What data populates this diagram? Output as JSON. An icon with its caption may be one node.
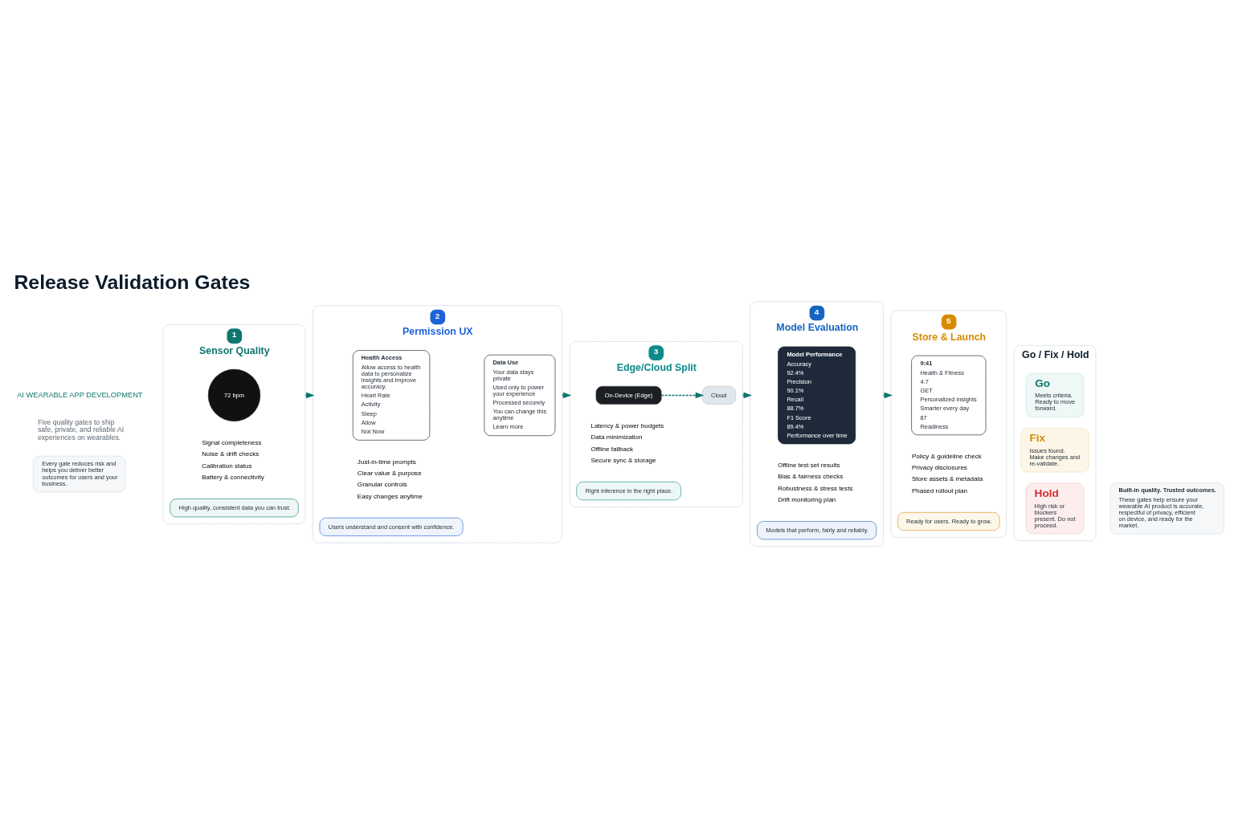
{
  "diagram": {
    "title": "Release Validation Gates",
    "nodes": [
      {
        "text": [
          "Every gate reduces risk and helps you deliver better outcomes for users and your business."
        ]
      },
      {
        "text": [
          "1",
          "Sensor Quality",
          "Signal completeness",
          "Noise & drift checks",
          "Calibration status",
          "Battery & connectivity"
        ]
      },
      {
        "text": [
          "72 bpm"
        ],
        "in": 1
      },
      {
        "text": [
          "High quality, consistent data you can trust."
        ],
        "in": 1
      },
      {
        "text": [
          "2",
          "Permission UX",
          "Just-in-time prompts",
          "Clear value & purpose",
          "Granular controls",
          "Easy changes anytime"
        ]
      },
      {
        "text": [
          "Health Access",
          "Allow access to health data to personalize insights and improve accuracy.",
          "Heart Rate",
          "Activity",
          "Sleep",
          "Allow",
          "Not Now"
        ],
        "in": 4
      },
      {
        "text": [
          "Data Use",
          "Your data stays private",
          "Used only to power your experience",
          "Processed securely",
          "You can change this anytime",
          "Learn more"
        ],
        "in": 4
      },
      {
        "text": [
          "Users understand and consent with confidence."
        ],
        "in": 4
      },
      {
        "text": [
          "3",
          "Edge/Cloud Split",
          "Latency & power budgets",
          "Data minimization",
          "Offline fallback",
          "Secure sync & storage"
        ]
      },
      {
        "text": [
          "On-Device (Edge)"
        ],
        "in": 8
      },
      {
        "text": [
          "Cloud"
        ],
        "in": 8
      },
      {
        "text": [
          "Right inference in the right place."
        ],
        "in": 8
      },
      {
        "text": [
          "4",
          "Model Evaluation",
          "Offline test set results",
          "Bias & fairness checks",
          "Robustness & stress tests",
          "Drift monitoring plan"
        ]
      },
      {
        "text": [
          "Model Performance",
          "Accuracy",
          "92.4%",
          "Precision",
          "90.1%",
          "Recall",
          "88.7%",
          "F1 Score",
          "89.4%",
          "Performance over time"
        ],
        "in": 12
      },
      {
        "text": [
          "Models that perform, fairly and reliably."
        ],
        "in": 12
      },
      {
        "text": [
          "5",
          "Store & Launch",
          "Policy & guideline check",
          "Privacy disclosures",
          "Store assets & metadata",
          "Phased rollout plan"
        ]
      },
      {
        "text": [
          "9:41",
          "Health & Fitness",
          "4.7",
          "GET",
          "Personalized insights",
          "Smarter every day",
          "87",
          "Readiness"
        ],
        "in": 15
      },
      {
        "text": [
          "Ready for users. Ready to grow."
        ],
        "in": 15
      },
      {
        "text": [
          "Go / Fix / Hold"
        ]
      },
      {
        "text": [
          "Go",
          "Meets criteria. Ready to move forward."
        ],
        "in": 18
      },
      {
        "text": [
          "Fix",
          "Issues found. Make changes and re-validate."
        ],
        "in": 18
      },
      {
        "text": [
          "Hold",
          "High risk or blockers present. Do not proceed."
        ],
        "in": 18
      },
      {
        "text": [
          "Built-in quality. Trusted outcomes.",
          "These gates help ensure your wearable AI product is accurate, respectful of privacy, efficient on device, and ready for the market."
        ]
      }
    ],
    "edges": [
      {
        "from": 1,
        "to": 4,
        "arrow": "to"
      },
      {
        "from": 4,
        "to": 8,
        "arrow": "to"
      },
      {
        "from": 9,
        "to": 10,
        "arrow": "to",
        "style": "dashed"
      },
      {
        "from": 8,
        "to": 12,
        "arrow": "to"
      },
      {
        "from": 12,
        "to": 15,
        "arrow": "to"
      }
    ],
    "labels": [
      "AI WEARABLE APP DEVELOPMENT",
      "Five quality gates to ship safe, private, and reliable AI experiences on wearables."
    ]
  }
}
